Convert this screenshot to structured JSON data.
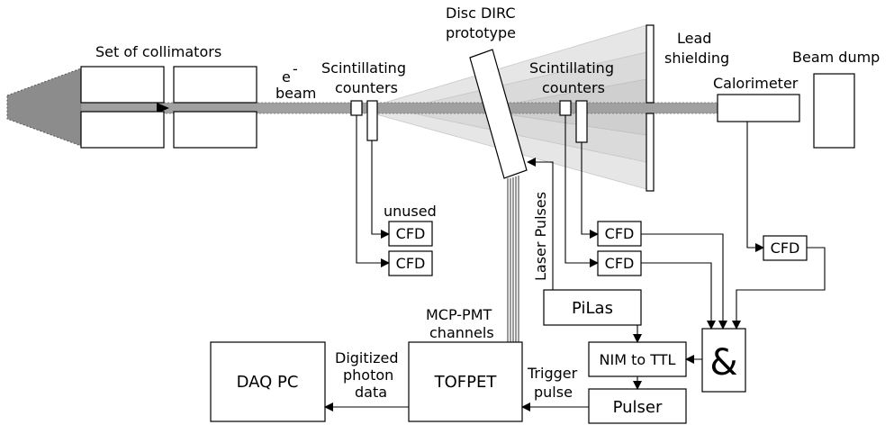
{
  "labels": {
    "collimators": "Set of collimators",
    "e_sym": "e",
    "e_sup": "-",
    "beam": "beam",
    "scint_left_1": "Scintillating",
    "scint_left_2": "counters",
    "disc_1": "Disc DIRC",
    "disc_2": "prototype",
    "scint_right_1": "Scintillating",
    "scint_right_2": "counters",
    "lead_1": "Lead",
    "lead_2": "shielding",
    "beam_dump": "Beam dump",
    "calorimeter": "Calorimeter",
    "unused": "unused",
    "laser_pulses": "Laser Pulses",
    "mcp_1": "MCP-PMT",
    "mcp_2": "channels",
    "digitized_1": "Digitized",
    "digitized_2": "photon",
    "digitized_3": "data",
    "trigger_1": "Trigger",
    "trigger_2": "pulse"
  },
  "boxes": {
    "cfd_unused": "CFD",
    "cfd_left": "CFD",
    "cfd_right_1": "CFD",
    "cfd_right_2": "CFD",
    "cfd_cal": "CFD",
    "pilas": "PiLas",
    "nim_ttl": "NIM to TTL",
    "and_gate": "&",
    "pulser": "Pulser",
    "tofpet": "TOFPET",
    "daq": "DAQ PC"
  },
  "colors": {
    "beam": "#8c8c8c",
    "cone": "#d9d9d9",
    "line": "#000000"
  }
}
